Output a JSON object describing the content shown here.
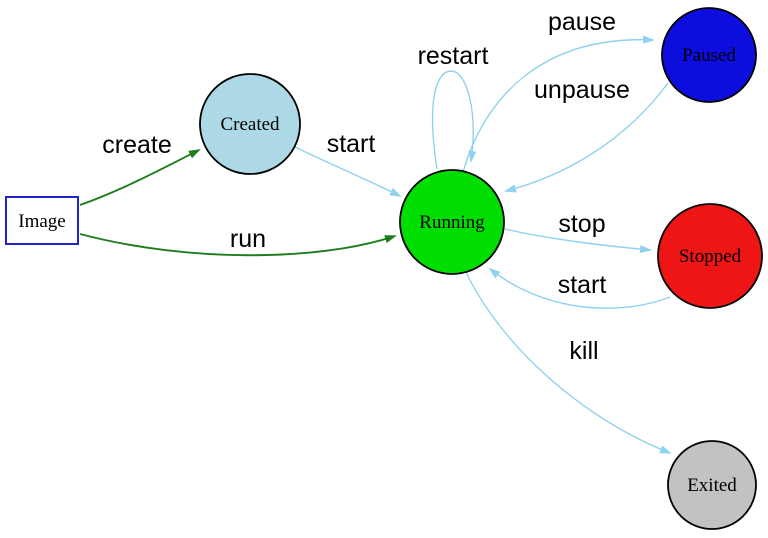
{
  "diagram": {
    "background": "#ffffff",
    "colors": {
      "edge_green": "#1e7e1e",
      "edge_blue": "#8fd2ee",
      "node_border": "#000000",
      "image_border": "#2323cc",
      "label_text": "#000000"
    },
    "nodes": [
      {
        "id": "image",
        "label": "Image",
        "shape": "rect",
        "fill": "#ffffff"
      },
      {
        "id": "created",
        "label": "Created",
        "shape": "circle",
        "fill": "#add8e6"
      },
      {
        "id": "running",
        "label": "Running",
        "shape": "circle",
        "fill": "#00dd00"
      },
      {
        "id": "paused",
        "label": "Paused",
        "shape": "circle",
        "fill": "#0d0ddd"
      },
      {
        "id": "stopped",
        "label": "Stopped",
        "shape": "circle",
        "fill": "#ee1515"
      },
      {
        "id": "exited",
        "label": "Exited",
        "shape": "circle",
        "fill": "#c2c2c2"
      }
    ],
    "edges": [
      {
        "label": "create",
        "from": "Image",
        "to": "Created",
        "color": "#1e7e1e"
      },
      {
        "label": "start",
        "from": "Created",
        "to": "Running",
        "color": "#8fd2ee"
      },
      {
        "label": "run",
        "from": "Image",
        "to": "Running",
        "color": "#1e7e1e"
      },
      {
        "label": "restart",
        "from": "Running",
        "to": "Running",
        "color": "#8fd2ee"
      },
      {
        "label": "pause",
        "from": "Running",
        "to": "Paused",
        "color": "#8fd2ee"
      },
      {
        "label": "unpause",
        "from": "Paused",
        "to": "Running",
        "color": "#8fd2ee"
      },
      {
        "label": "stop",
        "from": "Running",
        "to": "Stopped",
        "color": "#8fd2ee"
      },
      {
        "label": "start",
        "from": "Stopped",
        "to": "Running",
        "color": "#8fd2ee"
      },
      {
        "label": "kill",
        "from": "Running",
        "to": "Exited",
        "color": "#8fd2ee"
      }
    ]
  }
}
